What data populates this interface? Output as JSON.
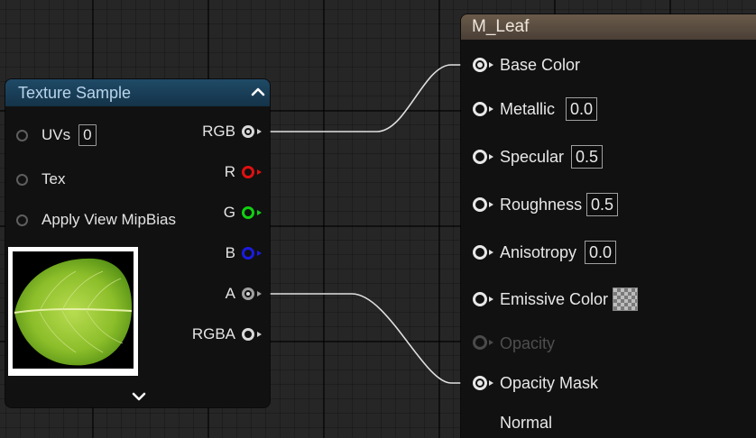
{
  "texture_sample": {
    "title": "Texture Sample",
    "inputs": [
      {
        "label": "UVs",
        "value": "0"
      },
      {
        "label": "Tex"
      },
      {
        "label": "Apply View MipBias"
      }
    ],
    "outputs": [
      {
        "label": "RGB",
        "color": "#d9d9d9",
        "connected": true
      },
      {
        "label": "R",
        "color": "#e01010",
        "connected": false
      },
      {
        "label": "G",
        "color": "#12d012",
        "connected": false
      },
      {
        "label": "B",
        "color": "#1c1ce0",
        "connected": false
      },
      {
        "label": "A",
        "color": "#a0a0a0",
        "connected": true
      },
      {
        "label": "RGBA",
        "color": "#d9d9d9",
        "connected": false
      }
    ],
    "preview_icon": "leaf-texture-preview",
    "expand_icon": "chevron-down-icon",
    "collapse_icon": "chevron-up-icon",
    "header_color": "#1a3e58"
  },
  "material": {
    "title": "M_Leaf",
    "header_color": "#5b4d40",
    "pins": [
      {
        "label": "Base Color",
        "connected": true,
        "enabled": true
      },
      {
        "label": "Metallic",
        "value": "0.0",
        "enabled": true
      },
      {
        "label": "Specular",
        "value": "0.5",
        "enabled": true
      },
      {
        "label": "Roughness",
        "value": "0.5",
        "enabled": true
      },
      {
        "label": "Anisotropy",
        "value": "0.0",
        "enabled": true
      },
      {
        "label": "Emissive Color",
        "swatch": "checker",
        "enabled": true
      },
      {
        "label": "Opacity",
        "enabled": false
      },
      {
        "label": "Opacity Mask",
        "connected": true,
        "enabled": true
      },
      {
        "label": "Normal",
        "enabled": true
      }
    ]
  },
  "connections": [
    {
      "from": "Texture Sample.RGB",
      "to": "M_Leaf.Base Color"
    },
    {
      "from": "Texture Sample.A",
      "to": "M_Leaf.Opacity Mask"
    }
  ]
}
